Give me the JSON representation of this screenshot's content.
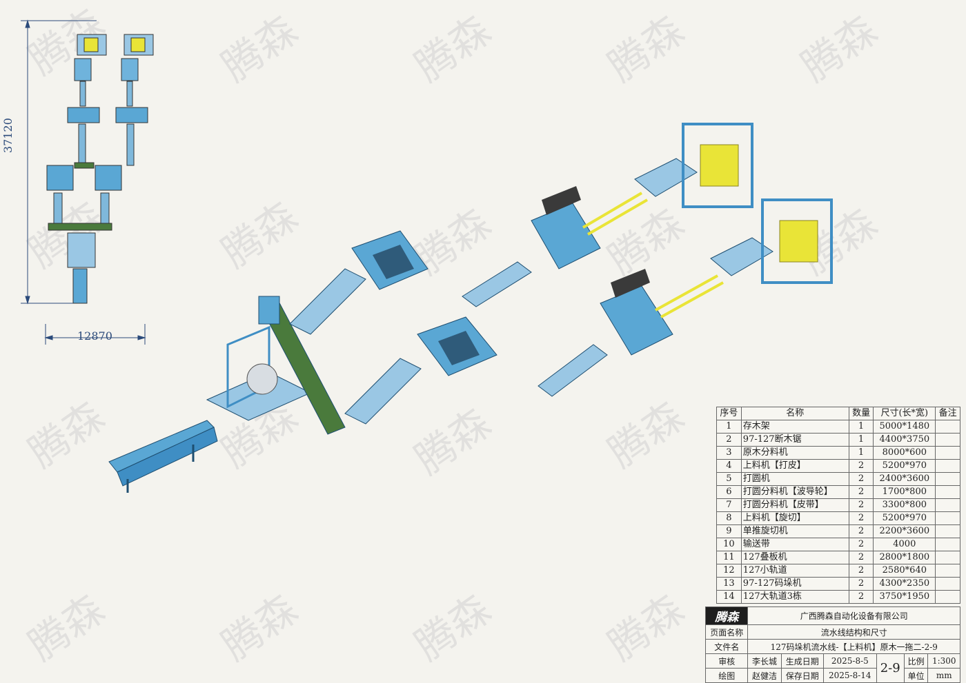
{
  "watermark": "腾森",
  "dimensions": {
    "height": "37120",
    "width": "12870"
  },
  "bom": {
    "headers": [
      "序号",
      "名称",
      "数量",
      "尺寸(长*宽)",
      "备注"
    ],
    "rows": [
      [
        "1",
        "存木架",
        "1",
        "5000*1480",
        ""
      ],
      [
        "2",
        "97-127断木锯",
        "1",
        "4400*3750",
        ""
      ],
      [
        "3",
        "原木分料机",
        "1",
        "8000*600",
        ""
      ],
      [
        "4",
        "上料机【打皮】",
        "2",
        "5200*970",
        ""
      ],
      [
        "5",
        "打圆机",
        "2",
        "2400*3600",
        ""
      ],
      [
        "6",
        "打圆分料机【波导轮】",
        "2",
        "1700*800",
        ""
      ],
      [
        "7",
        "打圆分料机【皮带】",
        "2",
        "3300*800",
        ""
      ],
      [
        "8",
        "上料机【旋切】",
        "2",
        "5200*970",
        ""
      ],
      [
        "9",
        "单推旋切机",
        "2",
        "2200*3600",
        ""
      ],
      [
        "10",
        "输送带",
        "2",
        "4000",
        ""
      ],
      [
        "11",
        "127叠板机",
        "2",
        "2800*1800",
        ""
      ],
      [
        "12",
        "127小轨道",
        "2",
        "2580*640",
        ""
      ],
      [
        "13",
        "97-127码垛机",
        "2",
        "4300*2350",
        ""
      ],
      [
        "14",
        "127大轨道3栋",
        "2",
        "3750*1950",
        ""
      ]
    ]
  },
  "title_block": {
    "logo": "腾森",
    "company": "广西腾森自动化设备有限公司",
    "page_name_label": "页面名称",
    "page_name": "流水线结构和尺寸",
    "file_name_label": "文件名",
    "file_name": "127码垛机流水线-【上料机】原木一拖二-2-9",
    "review_label": "审核",
    "reviewer": "李长城",
    "created_label": "生成日期",
    "created": "2025-8-5",
    "drawing_no": "2-9",
    "scale_label": "比例",
    "scale": "1:300",
    "drawn_label": "绘图",
    "drawer": "赵健洁",
    "saved_label": "保存日期",
    "saved": "2025-8-14",
    "unit_label": "单位",
    "unit": "mm"
  },
  "colors": {
    "machine_blue": "#5aa7d4",
    "frame_blue": "#3f8ec4",
    "yellow": "#e9e437",
    "green": "#4a7a3c",
    "dim": "#2b4a7a",
    "dark": "#3a3a3a"
  }
}
